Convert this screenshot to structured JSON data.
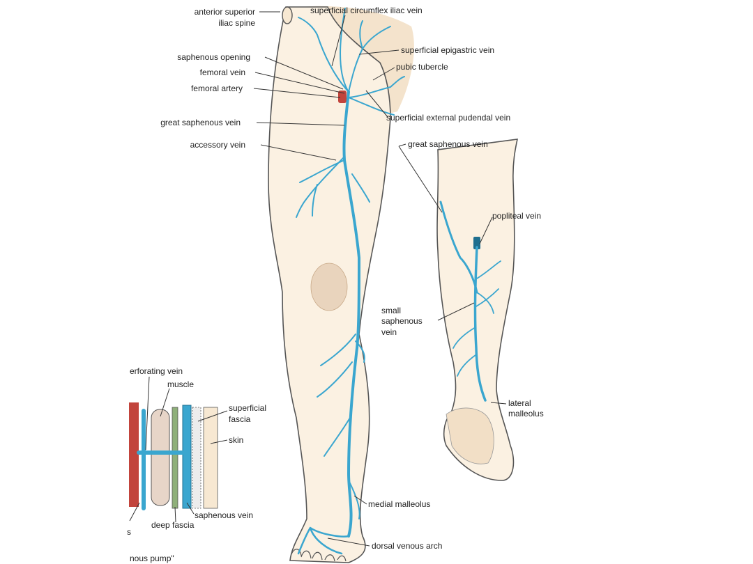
{
  "labels": {
    "anterior_superior_iliac_spine_1": "anterior superior",
    "anterior_superior_iliac_spine_2": "iliac spine",
    "saphenous_opening": "saphenous opening",
    "femoral_vein": "femoral vein",
    "femoral_artery": "femoral artery",
    "great_saphenous_vein_front": "great saphenous vein",
    "accessory_vein": "accessory vein",
    "superficial_circumflex_iliac_vein": "superficial circumflex iliac vein",
    "superficial_epigastric_vein": "superficial epigastric vein",
    "pubic_tubercle": "pubic tubercle",
    "superficial_external_pudendal_vein": "superficial external pudendal vein",
    "great_saphenous_vein_back": "great saphenous vein",
    "popliteal_vein": "popliteal vein",
    "small_saphenous_vein_1": "small",
    "small_saphenous_vein_2": "saphenous",
    "small_saphenous_vein_3": "vein",
    "lateral_malleolus_1": "lateral",
    "lateral_malleolus_2": "malleolus",
    "medial_malleolus": "medial malleolus",
    "dorsal_venous_arch": "dorsal venous arch",
    "perforating_vein": "erforating vein",
    "muscle": "muscle",
    "superficial_fascia_1": "superficial",
    "superficial_fascia_2": "fascia",
    "skin": "skin",
    "saphenous_vein": "saphenous vein",
    "deep_fascia": "deep fascia",
    "venous_pump": "nous pump\"",
    "cut_s": "s"
  },
  "colors": {
    "vein": "#3aa6cf",
    "skin": "#fbf1e2",
    "groin_shade": "#f4e3cc",
    "artery": "#c2443c",
    "muscle": "#e7d5c8",
    "deep_fascia": "#8fb07a"
  }
}
